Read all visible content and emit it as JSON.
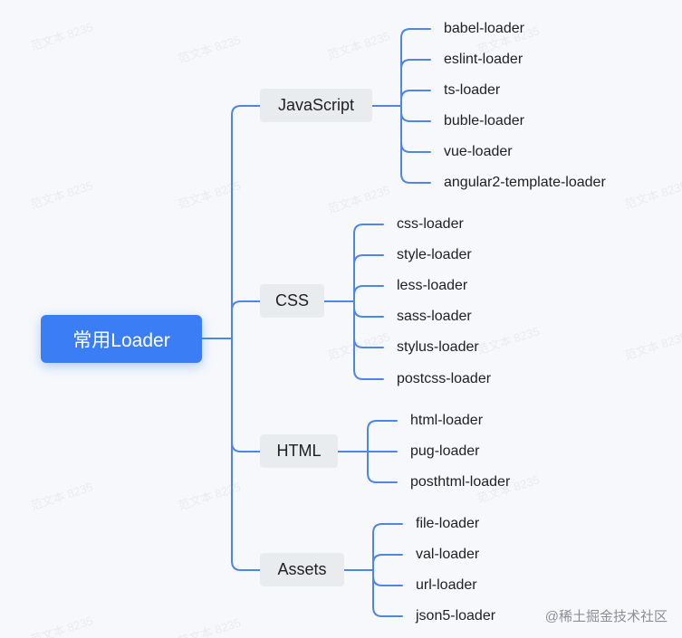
{
  "root": {
    "label": "常用Loader"
  },
  "categories": [
    {
      "label": "JavaScript",
      "leaves": [
        "babel-loader",
        "eslint-loader",
        "ts-loader",
        "buble-loader",
        "vue-loader",
        "angular2-template-loader"
      ]
    },
    {
      "label": "CSS",
      "leaves": [
        "css-loader",
        "style-loader",
        "less-loader",
        "sass-loader",
        "stylus-loader",
        "postcss-loader"
      ]
    },
    {
      "label": "HTML",
      "leaves": [
        "html-loader",
        "pug-loader",
        "posthtml-loader"
      ]
    },
    {
      "label": "Assets",
      "leaves": [
        "file-loader",
        "val-loader",
        "url-loader",
        "json5-loader"
      ]
    }
  ],
  "watermark": {
    "text": "范文本 8235"
  },
  "credit": {
    "text": "@稀土掘金技术社区"
  },
  "colors": {
    "root_fill": "#3a7df5",
    "connector": "#4e86e8",
    "category_fill": "#e9ecef",
    "background": "#f6f8fb"
  }
}
